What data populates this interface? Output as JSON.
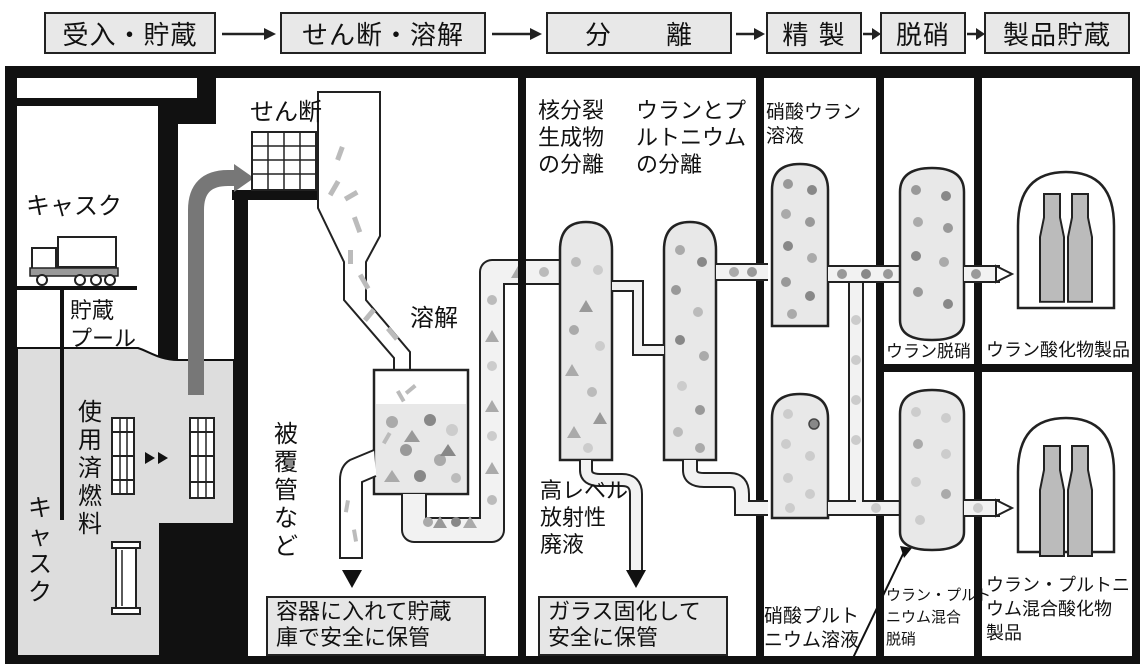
{
  "stages": [
    {
      "id": "receive",
      "label": "受入・貯蔵"
    },
    {
      "id": "shear",
      "label": "せん断・溶解"
    },
    {
      "id": "separate",
      "label": "分　　離"
    },
    {
      "id": "purify",
      "label": "精 製"
    },
    {
      "id": "denitrate",
      "label": "脱硝"
    },
    {
      "id": "product",
      "label": "製品貯蔵"
    }
  ],
  "labels": {
    "cask_top": "キャスク",
    "pool": "貯蔵\nプール",
    "spent_fuel": "使用済燃料",
    "cask_bottom": "キャスク",
    "shearing": "せん断",
    "dissolve": "溶解",
    "cladding": "被覆管など",
    "fp_sep": "核分裂\n生成物\nの分離",
    "u_pu_sep": "ウランとプ\nルトニウム\nの分離",
    "hlw": "高レベル\n放射性\n廃液",
    "u_nitrate": "硝酸ウラン\n溶液",
    "pu_nitrate": "硝酸プルト\nニウム溶液",
    "u_denitrate": "ウラン脱硝",
    "mox_denitrate": "ウラン・プルト\nニウム混合\n脱硝",
    "u_oxide": "ウラン酸化物製品",
    "mox_oxide": "ウラン・プルトニ\nウム混合酸化物\n製品"
  },
  "boxes": {
    "cladding_store": "容器に入れて貯蔵\n庫で安全に保管",
    "vitrify": "ガラス固化して\n安全に保管"
  }
}
